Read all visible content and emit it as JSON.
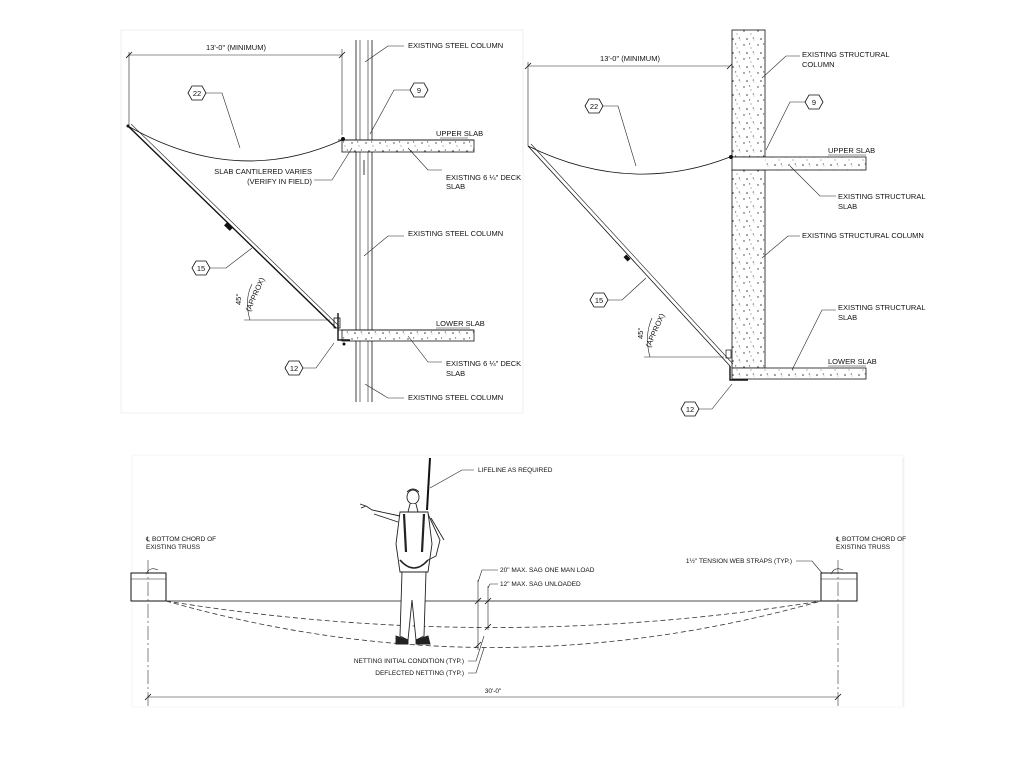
{
  "detail_a": {
    "dimension": "13'-0\" (MINIMUM)",
    "column_top": "EXISTING STEEL COLUMN",
    "column_mid": "EXISTING STEEL COLUMN",
    "column_bottom": "EXISTING STEEL COLUMN",
    "upper_slab": "UPPER SLAB",
    "lower_slab": "LOWER SLAB",
    "deck_upper_1": "EXISTING 6 ¼\" DECK",
    "deck_upper_2": "SLAB",
    "deck_lower_1": "EXISTING 6 ¼\" DECK",
    "deck_lower_2": "SLAB",
    "cantilever_1": "SLAB CANTILERED VARIES",
    "cantilever_2": "(VERIFY IN FIELD)",
    "angle": "45°",
    "angle_note": "(APPROX)",
    "tags": {
      "t22": "22",
      "t9": "9",
      "t15": "15",
      "t12": "12"
    }
  },
  "detail_b": {
    "dimension": "13'-0\" (MINIMUM)",
    "column_top_1": "EXISTING STRUCTURAL",
    "column_top_2": "COLUMN",
    "upper_slab": "UPPER SLAB",
    "slab_upper_1": "EXISTING STRUCTURAL",
    "slab_upper_2": "SLAB",
    "column_mid": "EXISTING STRUCTURAL COLUMN",
    "slab_lower_1": "EXISTING STRUCTURAL",
    "slab_lower_2": "SLAB",
    "lower_slab": "LOWER SLAB",
    "angle": "45°",
    "angle_note": "(APPROX)",
    "tags": {
      "t22": "22",
      "t9": "9",
      "t15": "15",
      "t12": "12"
    }
  },
  "detail_c": {
    "lifeline": "LIFELINE AS REQUIRED",
    "left_chord_1": "℄ BOTTOM CHORD OF",
    "left_chord_2": "EXISTING TRUSS",
    "right_chord_1": "℄ BOTTOM CHORD OF",
    "right_chord_2": "EXISTING TRUSS",
    "straps": "1½\" TENSION WEB STRAPS (TYP.)",
    "sag_loaded": "20\" MAX. SAG ONE MAN LOAD",
    "sag_unloaded": "12\" MAX. SAG UNLOADED",
    "netting_initial": "NETTING INITIAL CONDITION (TYP.)",
    "netting_deflected": "DEFLECTED NETTING (TYP.)",
    "span": "30'-0\""
  }
}
